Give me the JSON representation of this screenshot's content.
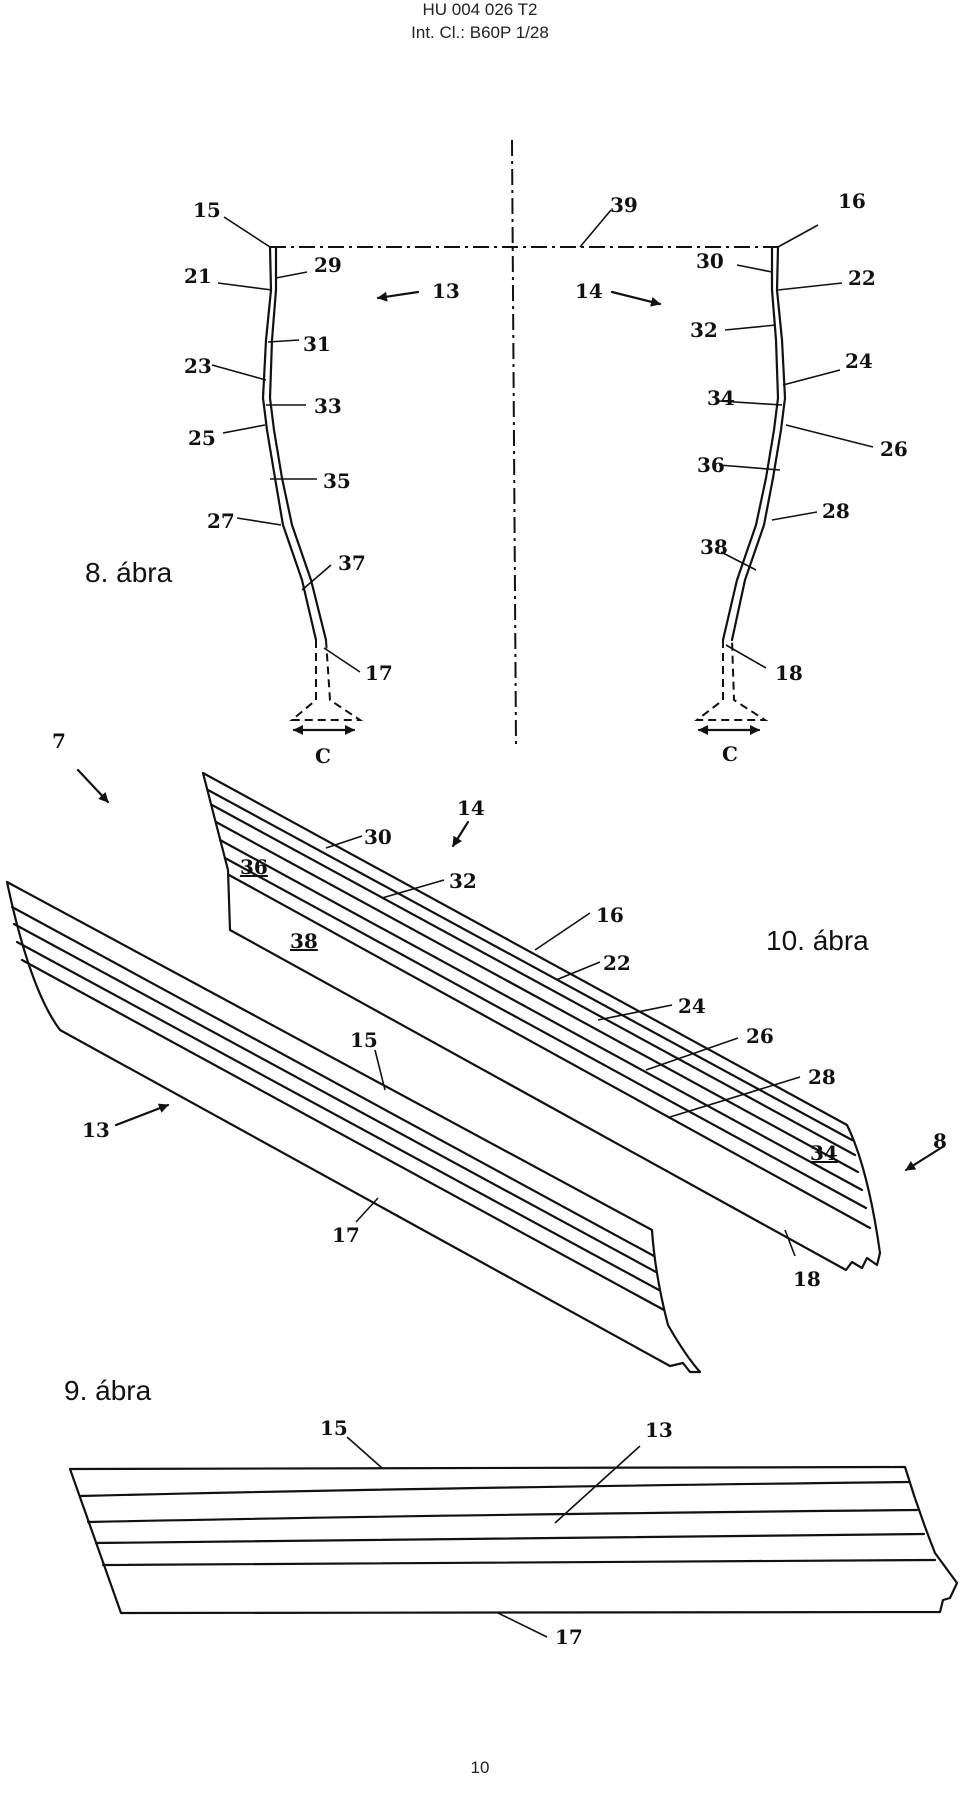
{
  "header": {
    "line1": "HU 004 026 T2",
    "line2": "Int. Cl.: B60P 1/28"
  },
  "page_number": "10",
  "figures": {
    "fig8": {
      "caption": "8. ábra",
      "labels": {
        "l15": "15",
        "l21": "21",
        "l23": "23",
        "l25": "25",
        "l27": "27",
        "l29": "29",
        "l31": "31",
        "l33": "33",
        "l35": "35",
        "l37": "37",
        "l17": "17",
        "l13": "13",
        "l14": "14",
        "l39": "39",
        "l16": "16",
        "l22": "22",
        "l24": "24",
        "l26": "26",
        "l28": "28",
        "l30": "30",
        "l32": "32",
        "l34": "34",
        "l36": "36",
        "l38": "38",
        "l18": "18",
        "cL": "C",
        "cR": "C"
      }
    },
    "fig9": {
      "caption": "9. ábra",
      "labels": {
        "l15": "15",
        "l13": "13",
        "l17": "17"
      }
    },
    "fig10": {
      "caption": "10. ábra",
      "labels": {
        "l7": "7",
        "l14": "14",
        "l30": "30",
        "l36": "36",
        "l32": "32",
        "l16": "16",
        "l38": "38",
        "l22": "22",
        "l24": "24",
        "l26": "26",
        "l28": "28",
        "l34": "34",
        "l8": "8",
        "l18": "18",
        "l15": "15",
        "l13": "13",
        "l17": "17"
      }
    }
  }
}
